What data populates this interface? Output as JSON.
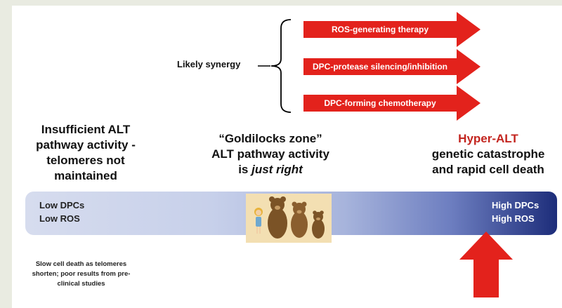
{
  "synergy": {
    "label": "Likely synergy",
    "arrows": [
      "ROS-generating therapy",
      "DPC-protease silencing/inhibition",
      "DPC-forming chemotherapy"
    ]
  },
  "zones": {
    "left": [
      "Insufficient ALT",
      "pathway activity -",
      "telomeres not",
      "maintained"
    ],
    "middle": {
      "line1": "“Goldilocks zone”",
      "line2": "ALT pathway activity",
      "line3_prefix": "is ",
      "line3_emph": "just right"
    },
    "right": {
      "title": "Hyper-ALT",
      "line2": "genetic catastrophe",
      "line3": "and rapid cell death"
    }
  },
  "gradient_bar": {
    "low": [
      "Low DPCs",
      "Low ROS"
    ],
    "high": [
      "High DPCs",
      "High ROS"
    ]
  },
  "footnote": [
    "Slow cell death as telomeres",
    "shorten; poor results from pre-",
    "clinical studies"
  ],
  "colors": {
    "arrow_red": "#e3221c",
    "hyper_red": "#c3251f",
    "bar_dark": "#1d2d7a",
    "bar_light": "#d6dcee"
  }
}
